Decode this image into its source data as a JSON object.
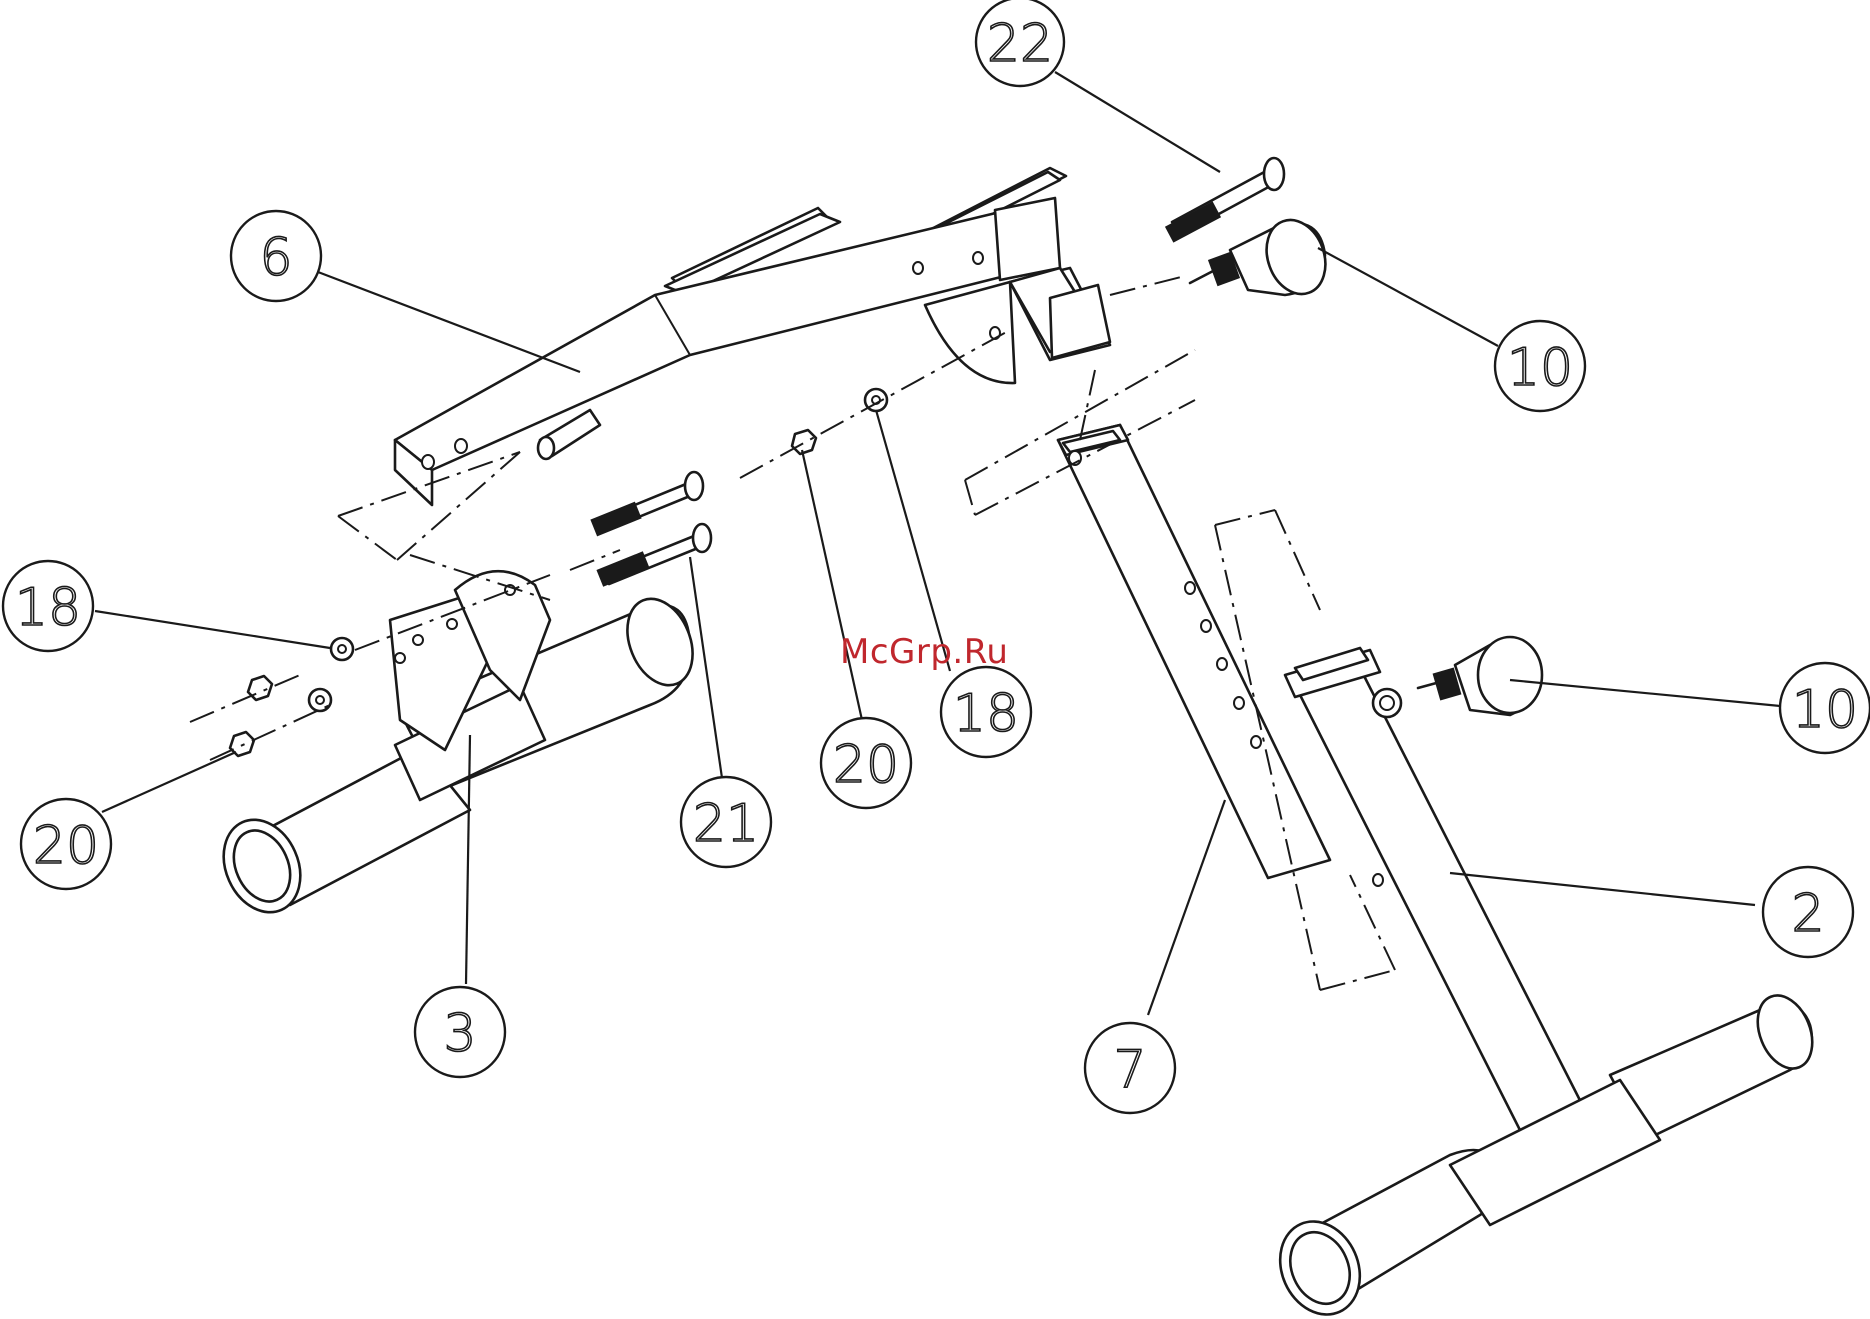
{
  "watermark": "McGrp.Ru",
  "callouts": [
    {
      "id": "c22",
      "label": "22"
    },
    {
      "id": "c6",
      "label": "6"
    },
    {
      "id": "c10a",
      "label": "10"
    },
    {
      "id": "c18a",
      "label": "18"
    },
    {
      "id": "c10b",
      "label": "10"
    },
    {
      "id": "c18b",
      "label": "18"
    },
    {
      "id": "c20a",
      "label": "20"
    },
    {
      "id": "c21",
      "label": "21"
    },
    {
      "id": "c20b",
      "label": "20"
    },
    {
      "id": "c2",
      "label": "2"
    },
    {
      "id": "c3",
      "label": "3"
    },
    {
      "id": "c7",
      "label": "7"
    }
  ]
}
